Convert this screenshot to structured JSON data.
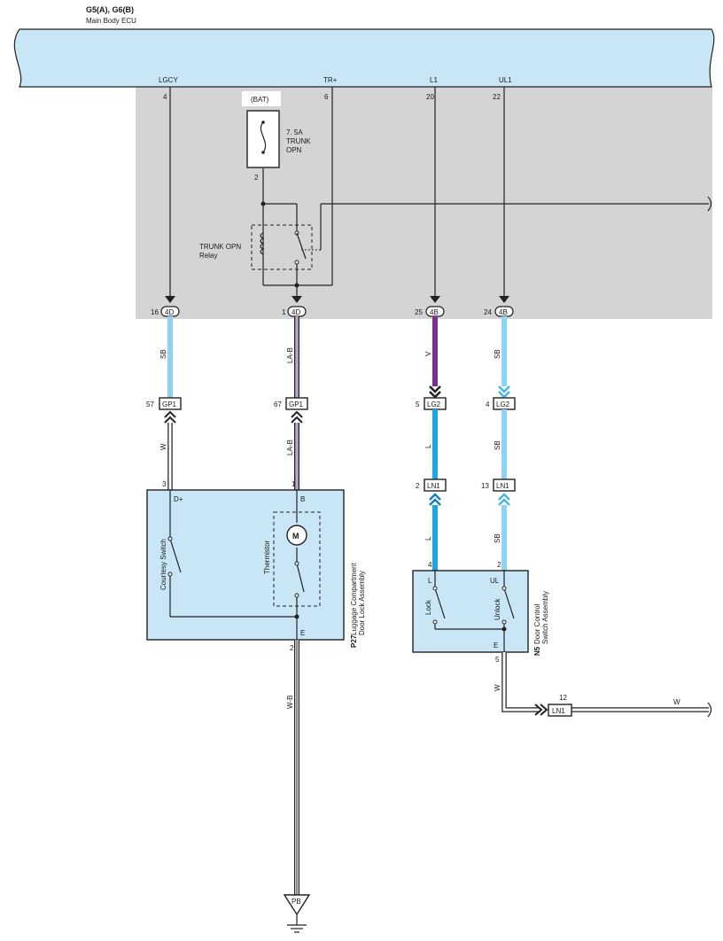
{
  "header": {
    "part_code": "G5(A), G6(B)",
    "part_name": "Main Body ECU"
  },
  "ecu_pins": [
    {
      "name": "LGCY",
      "num": "4"
    },
    {
      "name": "TR+",
      "num": "6"
    },
    {
      "name": "L1",
      "num": "20"
    },
    {
      "name": "UL1",
      "num": "22"
    }
  ],
  "fuse": {
    "source": "(BAT)",
    "rating": "7. 5A",
    "name_line1": "TRUNK",
    "name_line2": "OPN",
    "pin": "2"
  },
  "relay": {
    "line1": "TRUNK OPN",
    "line2": "Relay"
  },
  "connectors_4x": [
    {
      "pin": "16",
      "code": "4D"
    },
    {
      "pin": "1",
      "code": "4D"
    },
    {
      "pin": "25",
      "code": "4B"
    },
    {
      "pin": "24",
      "code": "4B"
    }
  ],
  "wire_colors_upper": [
    "SB",
    "LA-B",
    "V",
    "SB"
  ],
  "connectors_mid": [
    {
      "pin": "57",
      "code": "GP1"
    },
    {
      "pin": "67",
      "code": "GP1"
    },
    {
      "pin": "5",
      "code": "LG2"
    },
    {
      "pin": "4",
      "code": "LG2"
    }
  ],
  "wire_colors_mid": [
    "W",
    "LA-B",
    "L",
    "SB"
  ],
  "connectors_ln1": [
    {
      "pin": "2",
      "code": "LN1"
    },
    {
      "pin": "13",
      "code": "LN1"
    }
  ],
  "wire_colors_lower": [
    "L",
    "SB"
  ],
  "p27": {
    "code": "P27",
    "name_line1": "Luggage Compartment",
    "name_line2": "Door Lock Assembly",
    "pin_dplus_num": "3",
    "pin_dplus": "D+",
    "pin_b_num": "1",
    "pin_b": "B",
    "pin_e": "E",
    "pin_e_num": "2",
    "courtesy": "Courtesy Switch",
    "thermistor": "Thermistor",
    "motor": "M"
  },
  "n5": {
    "code": "N5",
    "name_line1": "Door Control",
    "name_line2": "Switch Assembly",
    "pin_l_num": "4",
    "pin_l": "L",
    "pin_ul_num": "2",
    "pin_ul": "UL",
    "pin_e": "E",
    "pin_e_num": "5",
    "lock": "Lock",
    "unlock": "Unlock"
  },
  "ground_wire": "W-B",
  "ground": "PB",
  "n5_ground": {
    "wire1": "W",
    "conn_pin": "12",
    "conn_code": "LN1",
    "wire2": "W"
  },
  "colors": {
    "ecu_fill": "#c8e6f5",
    "grey_area": "#d4d4d6",
    "sb_wire": "#8fd3f4",
    "l_wire": "#1aa6e4",
    "v_wire": "#7b2f91",
    "la_wire": "#b8a6cc",
    "component_fill": "#c8e6f5"
  }
}
